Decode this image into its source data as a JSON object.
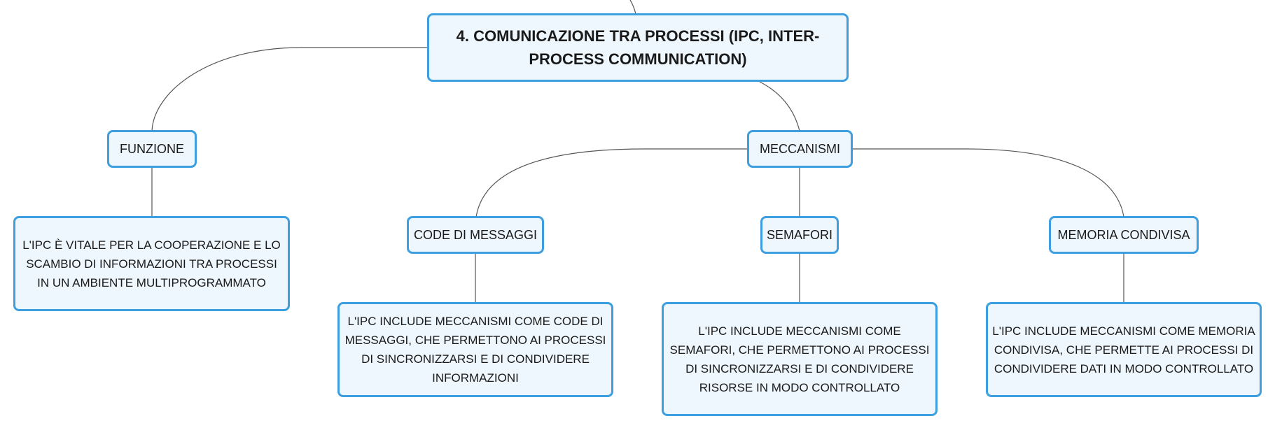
{
  "diagram": {
    "root": "4. COMUNICAZIONE TRA PROCESSI (IPC, INTER-PROCESS COMMUNICATION)",
    "funzione": {
      "label": "FUNZIONE",
      "description": "L'IPC È VITALE PER LA COOPERAZIONE E LO SCAMBIO DI INFORMAZIONI TRA PROCESSI IN UN AMBIENTE MULTIPROGRAMMATO"
    },
    "meccanismi": {
      "label": "MECCANISMI",
      "code": {
        "label": "CODE DI MESSAGGI",
        "description": "L'IPC INCLUDE MECCANISMI COME CODE DI MESSAGGI, CHE PERMETTONO AI PROCESSI DI SINCRONIZZARSI E DI CONDIVIDERE INFORMAZIONI"
      },
      "semafori": {
        "label": "SEMAFORI",
        "description": "L'IPC INCLUDE MECCANISMI COME SEMAFORI, CHE PERMETTONO AI PROCESSI DI SINCRONIZZARSI E DI CONDIVIDERE RISORSE IN MODO CONTROLLATO"
      },
      "memoria": {
        "label": "MEMORIA CONDIVISA",
        "description": "L'IPC INCLUDE MECCANISMI COME MEMORIA CONDIVISA, CHE PERMETTE AI PROCESSI DI CONDIVIDERE DATI IN MODO CONTROLLATO"
      }
    }
  },
  "colors": {
    "node_border": "#3d9fe0",
    "node_fill": "#eef7fd",
    "connector": "#555555"
  }
}
